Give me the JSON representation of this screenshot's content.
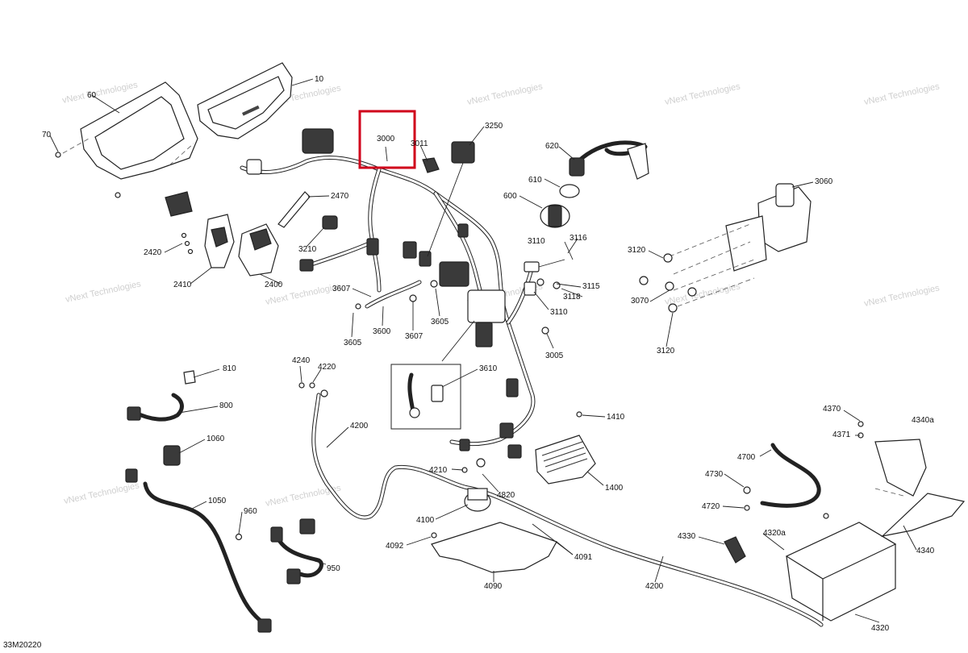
{
  "diagram": {
    "drawing_code": "33M20220",
    "watermark": [
      "vNext Technologies",
      "vNext Technologies",
      "vNext Technologies",
      "vNext Technologies",
      "vNext Technologies",
      "vNext Technologies",
      "vNext Technologies",
      "vNext Technologies",
      "vNext Technologies",
      "vNext Technologies",
      "vNext Technologies",
      "vNext Technologies"
    ],
    "highlight_color": "#d0021b",
    "callouts": [
      {
        "id": "c10",
        "label": "10"
      },
      {
        "id": "c60",
        "label": "60"
      },
      {
        "id": "c70",
        "label": "70"
      },
      {
        "id": "c3000",
        "label": "3000"
      },
      {
        "id": "c3011",
        "label": "3011"
      },
      {
        "id": "c3250",
        "label": "3250"
      },
      {
        "id": "c620",
        "label": "620"
      },
      {
        "id": "c610",
        "label": "610"
      },
      {
        "id": "c600",
        "label": "600"
      },
      {
        "id": "c3060",
        "label": "3060"
      },
      {
        "id": "c2470",
        "label": "2470"
      },
      {
        "id": "c3210",
        "label": "3210"
      },
      {
        "id": "c2420",
        "label": "2420"
      },
      {
        "id": "c2410",
        "label": "2410"
      },
      {
        "id": "c2400",
        "label": "2400"
      },
      {
        "id": "c3110a",
        "label": "3110"
      },
      {
        "id": "c3116",
        "label": "3116"
      },
      {
        "id": "c3120a",
        "label": "3120"
      },
      {
        "id": "c3115",
        "label": "3115"
      },
      {
        "id": "c3118",
        "label": "3118"
      },
      {
        "id": "c3110b",
        "label": "3110"
      },
      {
        "id": "c3070",
        "label": "3070"
      },
      {
        "id": "c3120b",
        "label": "3120"
      },
      {
        "id": "c3607a",
        "label": "3607"
      },
      {
        "id": "c3605a",
        "label": "3605"
      },
      {
        "id": "c3600",
        "label": "3600"
      },
      {
        "id": "c3607b",
        "label": "3607"
      },
      {
        "id": "c3605b",
        "label": "3605"
      },
      {
        "id": "c3005",
        "label": "3005"
      },
      {
        "id": "c3610",
        "label": "3610"
      },
      {
        "id": "c810",
        "label": "810"
      },
      {
        "id": "c800",
        "label": "800"
      },
      {
        "id": "c1060",
        "label": "1060"
      },
      {
        "id": "c1050",
        "label": "1050"
      },
      {
        "id": "c4240",
        "label": "4240"
      },
      {
        "id": "c4220",
        "label": "4220"
      },
      {
        "id": "c4200a",
        "label": "4200"
      },
      {
        "id": "c1410",
        "label": "1410"
      },
      {
        "id": "c4370",
        "label": "4370"
      },
      {
        "id": "c4340a",
        "label": "4340a"
      },
      {
        "id": "c4371",
        "label": "4371"
      },
      {
        "id": "c4700",
        "label": "4700"
      },
      {
        "id": "c4210",
        "label": "4210"
      },
      {
        "id": "c4820",
        "label": "4820"
      },
      {
        "id": "c1400",
        "label": "1400"
      },
      {
        "id": "c4730",
        "label": "4730"
      },
      {
        "id": "c4720",
        "label": "4720"
      },
      {
        "id": "c960",
        "label": "960"
      },
      {
        "id": "c4100",
        "label": "4100"
      },
      {
        "id": "c4092",
        "label": "4092"
      },
      {
        "id": "c4091",
        "label": "4091"
      },
      {
        "id": "c4330",
        "label": "4330"
      },
      {
        "id": "c4320a",
        "label": "4320a"
      },
      {
        "id": "c4340",
        "label": "4340"
      },
      {
        "id": "c950",
        "label": "950"
      },
      {
        "id": "c4090",
        "label": "4090"
      },
      {
        "id": "c4200b",
        "label": "4200"
      },
      {
        "id": "c4320",
        "label": "4320"
      }
    ]
  }
}
